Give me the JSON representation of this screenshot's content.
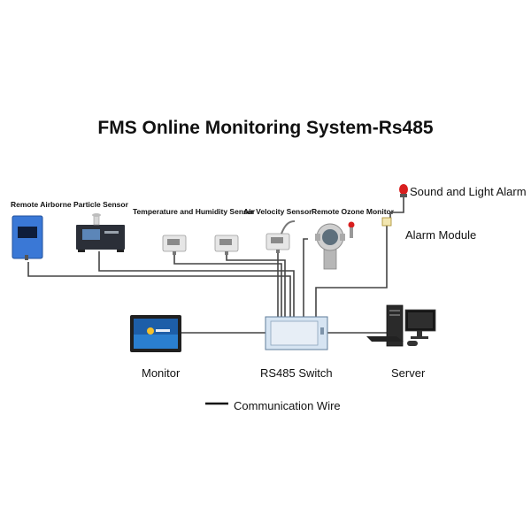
{
  "title": "FMS Online Monitoring System-Rs485",
  "devices": {
    "particle_sensor": "Remote Airborne Particle Sensor",
    "temp_humidity_sensor": "Temperature and Humidity Sensor",
    "air_velocity_sensor": "Air Velocity Sensor",
    "ozone_monitor": "Remote Ozone Monitor",
    "alarm": "Sound and Light Alarm",
    "alarm_module": "Alarm Module",
    "monitor": "Monitor",
    "switch": "RS485 Switch",
    "server": "Server"
  },
  "legend": {
    "wire": "Communication Wire"
  },
  "colors": {
    "wire": "#444444",
    "sensor_blue": "#3a78d6",
    "alarm_red": "#d81e1e"
  }
}
